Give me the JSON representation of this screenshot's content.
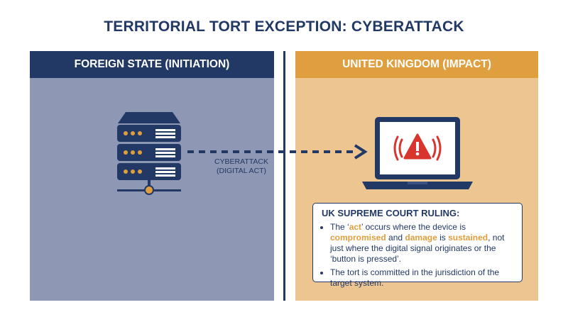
{
  "title": "TERRITORIAL TORT EXCEPTION: CYBERATTACK",
  "left_panel": {
    "header": "FOREIGN STATE (INITIATION)"
  },
  "right_panel": {
    "header": "UNITED KINGDOM (IMPACT)"
  },
  "arrow": {
    "line1": "CYBERATTACK",
    "line2": "(DIGITAL ACT)"
  },
  "ruling": {
    "title": "UK SUPREME COURT RULING:",
    "bullet1": {
      "t1": "The ‘",
      "act": "act",
      "t2": "’ occurs where the device is ",
      "compromised": "compromised",
      "t3": " and ",
      "damage": "damage",
      "t4": " is ",
      "sustained": "sustained",
      "t5": ", not just where the digital signal originates or the ‘button is pressed’."
    },
    "bullet2": "The tort is committed in the jurisdiction of the target system."
  },
  "colors": {
    "navy": "#223966",
    "orange": "#e09f3e",
    "left_bg": "#8e97b3",
    "right_bg": "#edc590",
    "alert_red": "#d9352f"
  },
  "icons": {
    "server": "server-rack-icon",
    "laptop": "laptop-icon",
    "alert": "warning-alert-icon"
  }
}
